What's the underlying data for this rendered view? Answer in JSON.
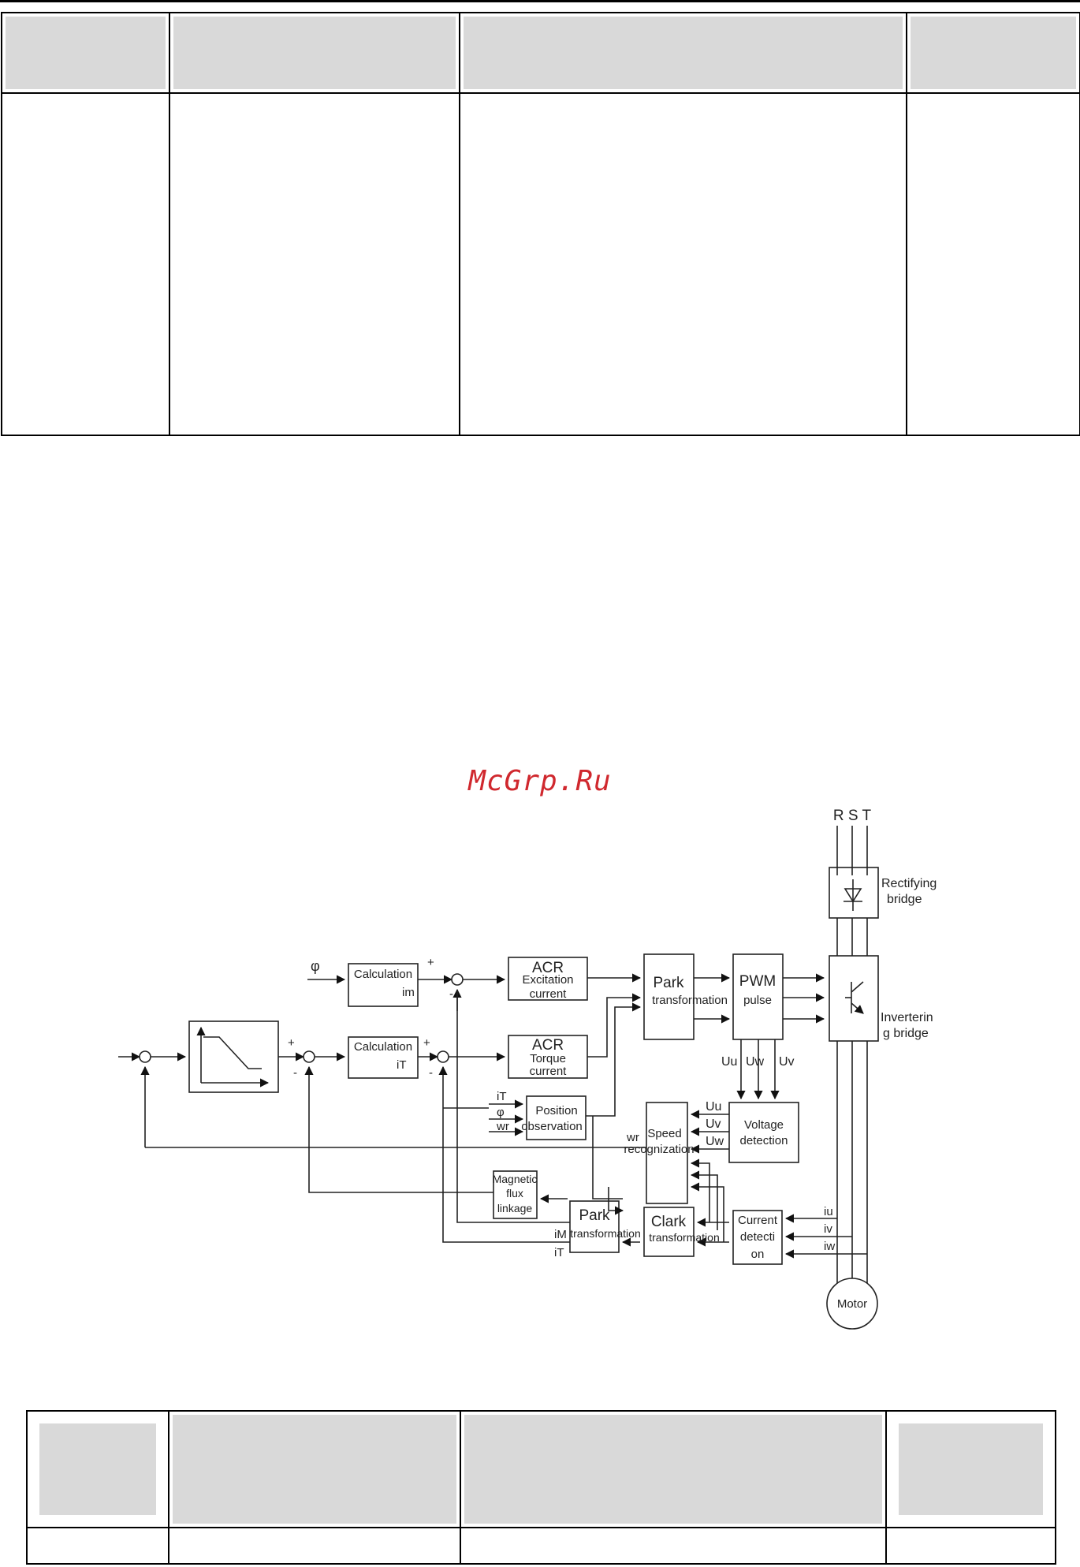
{
  "watermark": "McGrp.Ru",
  "diagram": {
    "rst": "R S T",
    "rectifying_bridge": [
      "Rectifying",
      "bridge"
    ],
    "inverter_bridge": [
      "Inverterin",
      "g bridge"
    ],
    "phi": "φ",
    "calc_im": [
      "Calculation",
      "im"
    ],
    "calc_it": [
      "Calculation",
      "iT"
    ],
    "acr_excitation": [
      "ACR",
      "Excitation",
      "current"
    ],
    "acr_torque": [
      "ACR",
      "Torque",
      "current"
    ],
    "park_top": [
      "Park",
      "transformation"
    ],
    "pwm": [
      "PWM",
      "pulse"
    ],
    "pwm_outputs": [
      "Uu",
      "Uw",
      "Uv"
    ],
    "position_obs": [
      "Position",
      "observation"
    ],
    "position_inputs": [
      "iT",
      "φ",
      "wr"
    ],
    "voltage_det": [
      "Voltage",
      "detection"
    ],
    "voltage_inputs": [
      "Uu",
      "Uv",
      "Uw"
    ],
    "speed_rec": [
      "Speed",
      "recognization"
    ],
    "speed_wr": "wr",
    "mag_flux": [
      "Magnetic",
      "flux",
      "linkage"
    ],
    "park_bottom": [
      "Park",
      "transformation"
    ],
    "park_bottom_outputs": [
      "iM",
      "iT"
    ],
    "clark": [
      "Clark",
      "transformation"
    ],
    "current_det": [
      "Current",
      "detecti",
      "on"
    ],
    "current_inputs": [
      "iu",
      "iv",
      "iw"
    ],
    "motor": "Motor",
    "signs": [
      "+",
      "-",
      "+",
      "-",
      "+",
      "-"
    ]
  }
}
